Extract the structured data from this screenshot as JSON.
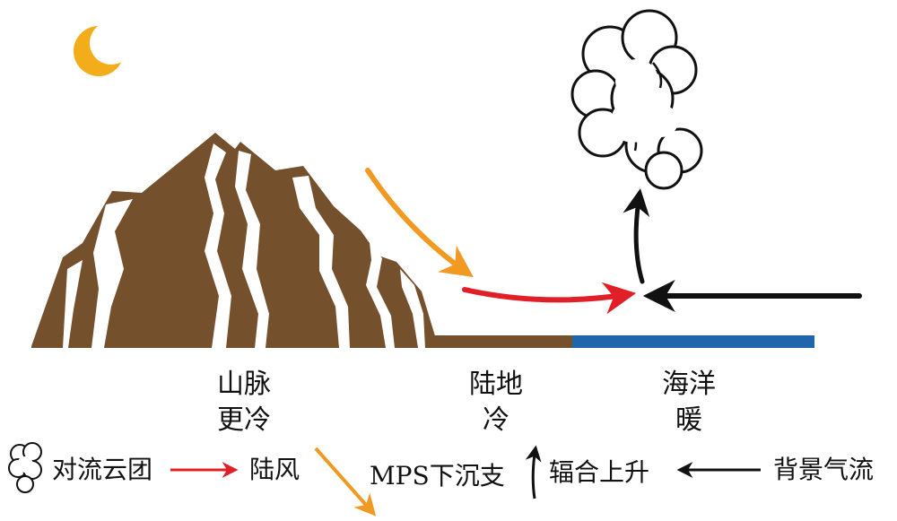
{
  "colors": {
    "mountain": "#74502d",
    "snow": "#ffffff",
    "land_strip": "#74502d",
    "sea_strip": "#1f66ad",
    "moon": "#f4ad1a",
    "downslope_arrow": "#f09a24",
    "land_breeze_arrow": "#e11f26",
    "background_flow_arrow": "#111111",
    "cloud_outline": "#111111"
  },
  "icons": {
    "moon": "crescent-moon-icon",
    "cloud": "convective-cloud-icon"
  },
  "zones": {
    "mountain": {
      "line1": "山脉",
      "line2": "更冷"
    },
    "land": {
      "line1": "陆地",
      "line2": "冷"
    },
    "sea": {
      "line1": "海洋",
      "line2": "暖"
    }
  },
  "legend": {
    "convective_cloud": "对流云团",
    "land_breeze": "陆风",
    "mps_downslope": "MPS下沉支",
    "radiative_ascent": "辐合上升",
    "background_flow": "背景气流"
  }
}
